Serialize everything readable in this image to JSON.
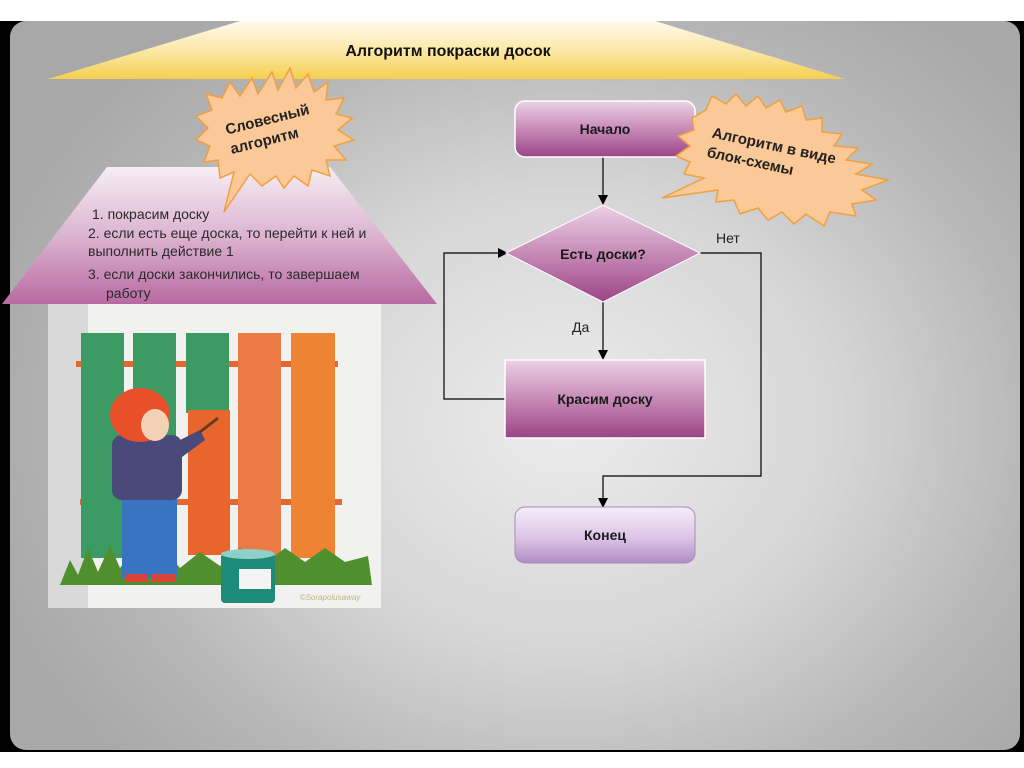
{
  "slide": {
    "title": "Алгоритм покраски досок",
    "callouts": {
      "verbal": [
        "Словесный",
        "алгоритм"
      ],
      "flowchart": [
        "Алгоритм в виде",
        "блок-схемы"
      ]
    },
    "verbal_algorithm": {
      "lines": [
        "1. покрасим доску",
        " 2. если есть еще доска, то перейти к ней и",
        "выполнить действие 1",
        "3. если доски закончились, то завершаем",
        "работу"
      ]
    },
    "illustration": {
      "description": "boy painting a fence",
      "watermark": "©Sorapolusaway"
    },
    "flowchart": {
      "start": "Начало",
      "decision": "Есть доски?",
      "yes_label": "Да",
      "no_label": "Нет",
      "process": "Красим доску",
      "end": "Конец"
    },
    "colors": {
      "banner": "#f8d25a",
      "burst": "#fbc897",
      "burst_stroke": "#f0a040",
      "shape_light": "#e8c8e0",
      "shape_dark": "#a04a88",
      "end_light": "#efe2f2",
      "end_dark": "#b48ec8"
    }
  }
}
